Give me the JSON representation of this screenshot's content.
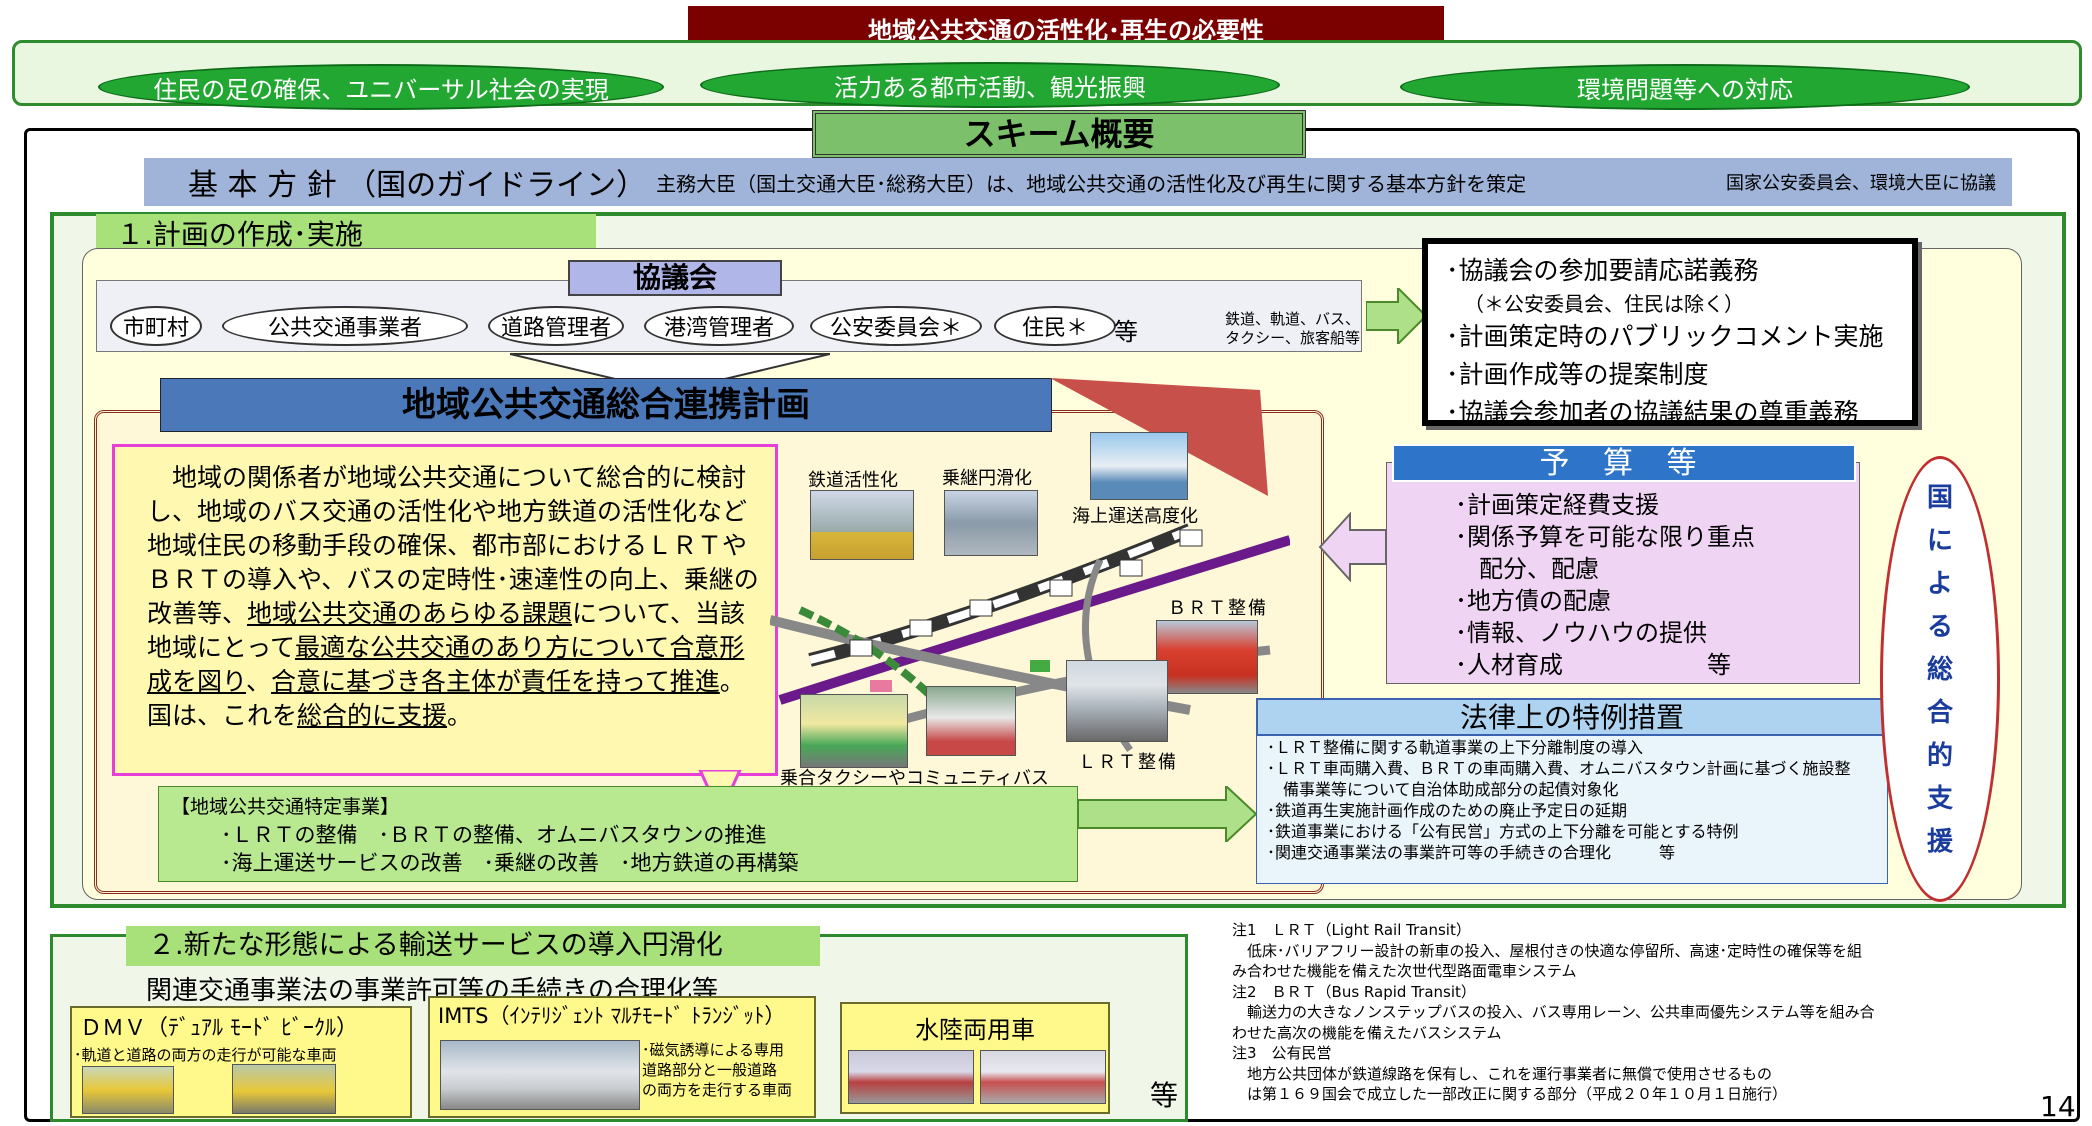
{
  "title": "地域公共交通の活性化･再生の必要性",
  "top_goals": [
    "住民の足の確保、ユニバーサル社会の実現",
    "活力ある都市活動、観光振興",
    "環境問題等への対応"
  ],
  "scheme_title": "スキーム概要",
  "kihon": {
    "label": "基 本 方 針 （国のガイドライン）",
    "text": "主務大臣（国土交通大臣･総務大臣）は、地域公共交通の活性化及び再生に関する基本方針を策定",
    "right": "国家公安委員会、環境大臣に協議"
  },
  "section1": {
    "heading": "１.計画の作成･実施",
    "kyougikai": "協議会",
    "members": [
      "市町村",
      "公共交通事業者",
      "道路管理者",
      "港湾管理者",
      "公安委員会＊",
      "住民＊"
    ],
    "members_suffix": "等",
    "member_note": "鉄道、軌道、バス、\nタクシー、旅客船等",
    "plan_title": "地域公共交通総合連携計画",
    "main_paragraph_html": "　地域の関係者が地域公共交通について総合的に検討し、地域のバス交通の活性化や地方鉄道の活性化など地域住民の移動手段の確保、都市部におけるＬＲＴやＢＲＴの導入や、バスの定時性･速達性の向上、乗継の改善等、<u>地域公共交通のあらゆる課題</u>について、当該地域にとって<u>最適な公共交通のあり方について合意形成を図り</u>、<u>合意に基づき各主体が責任を持って推進</u>。国は、これを<u>総合的に支援</u>。",
    "photo_labels": [
      "鉄道活性化",
      "乗継円滑化",
      "海上運送高度化",
      "ＢＲＴ整備",
      "乗合タクシーやコミュニティバス",
      "ＬＲＴ整備"
    ],
    "tokutei": {
      "title": "【地域公共交通特定事業】",
      "line1": "･ＬＲＴの整備　･ＢＲＴの整備、オムニバスタウンの推進",
      "line2": "･海上運送サービスの改善　･乗継の改善　･地方鉄道の再構築"
    },
    "obligations": [
      "･協議会の参加要請応諾義務",
      "（＊公安委員会、住民は除く）",
      "･計画策定時のパブリックコメント実施",
      "･計画作成等の提案制度",
      "･協議会参加者の協議結果の尊重義務"
    ],
    "yosan": {
      "heading": "予 算 等",
      "items": [
        "･計画策定経費支援",
        "･関係予算を可能な限り重点",
        "　配分、配慮",
        "･地方債の配慮",
        "･情報、ノウハウの提供",
        "･人材育成　　　　　　等"
      ]
    },
    "houritsu": {
      "heading": "法律上の特例措置",
      "items": [
        "･ＬＲＴ整備に関する軌道事業の上下分離制度の導入",
        "･ＬＲＴ車両購入費、ＢＲＴの車両購入費、オムニバスタウン計画に基づく施設整",
        "　備事業等について自治体助成部分の起債対象化",
        "･鉄道再生実施計画作成のための廃止予定日の延期",
        "･鉄道事業における「公有民営」方式の上下分離を可能とする特例",
        "･関連交通事業法の事業許可等の手続きの合理化　　　等"
      ]
    },
    "kuni_chars": [
      "国",
      "に",
      "よ",
      "る",
      "総",
      "合",
      "的",
      "支",
      "援"
    ]
  },
  "section2": {
    "heading": "２.新たな形態による輸送サービスの導入円滑化",
    "sub": "関連交通事業法の事業許可等の手続きの合理化等",
    "dmv_title": "ＤＭＶ（ﾃﾞｭｱﾙ ﾓｰﾄﾞ ﾋﾞｰｸﾙ）",
    "dmv_desc": "･軌道と道路の両方の走行が可能な車両",
    "imts_title": "IMTS（ｲﾝﾃﾘｼﾞｪﾝﾄ ﾏﾙﾁﾓｰﾄﾞ ﾄﾗﾝｼﾞｯﾄ）",
    "imts_desc": "･磁気誘導による専用\n道路部分と一般道路\nの両方を走行する車両",
    "suiriku_title": "水陸両用車",
    "etc": "等"
  },
  "notes": [
    "注1　ＬＲＴ（Light Rail Transit）",
    "　低床･バリアフリー設計の新車の投入、屋根付きの快適な停留所、高速･定時性の確保等を組",
    "み合わせた機能を備えた次世代型路面電車システム",
    "注2　ＢＲＴ（Bus Rapid Transit）",
    "　輸送力の大きなノンステップバスの投入、バス専用レーン、公共車両優先システム等を組み合",
    "わせた高次の機能を備えたバスシステム",
    "注3　公有民営",
    "　地方公共団体が鉄道線路を保有し、これを運行事業者に無償で使用させるもの",
    "　は第１６９国会で成立した一部改正に関する部分（平成２０年１０月１日施行）"
  ],
  "page_number": "14"
}
